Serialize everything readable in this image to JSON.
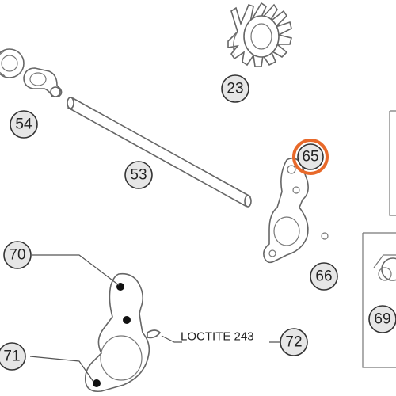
{
  "callouts": {
    "c23": "23",
    "c54": "54",
    "c53": "53",
    "c65": "65",
    "c66": "66",
    "c69": "69",
    "c70": "70",
    "c71": "71",
    "c72": "72"
  },
  "note": "LOCTITE 243",
  "colors": {
    "highlight": "#e8692a",
    "callout_fill": "#e6e6e6",
    "line": "#666666"
  }
}
